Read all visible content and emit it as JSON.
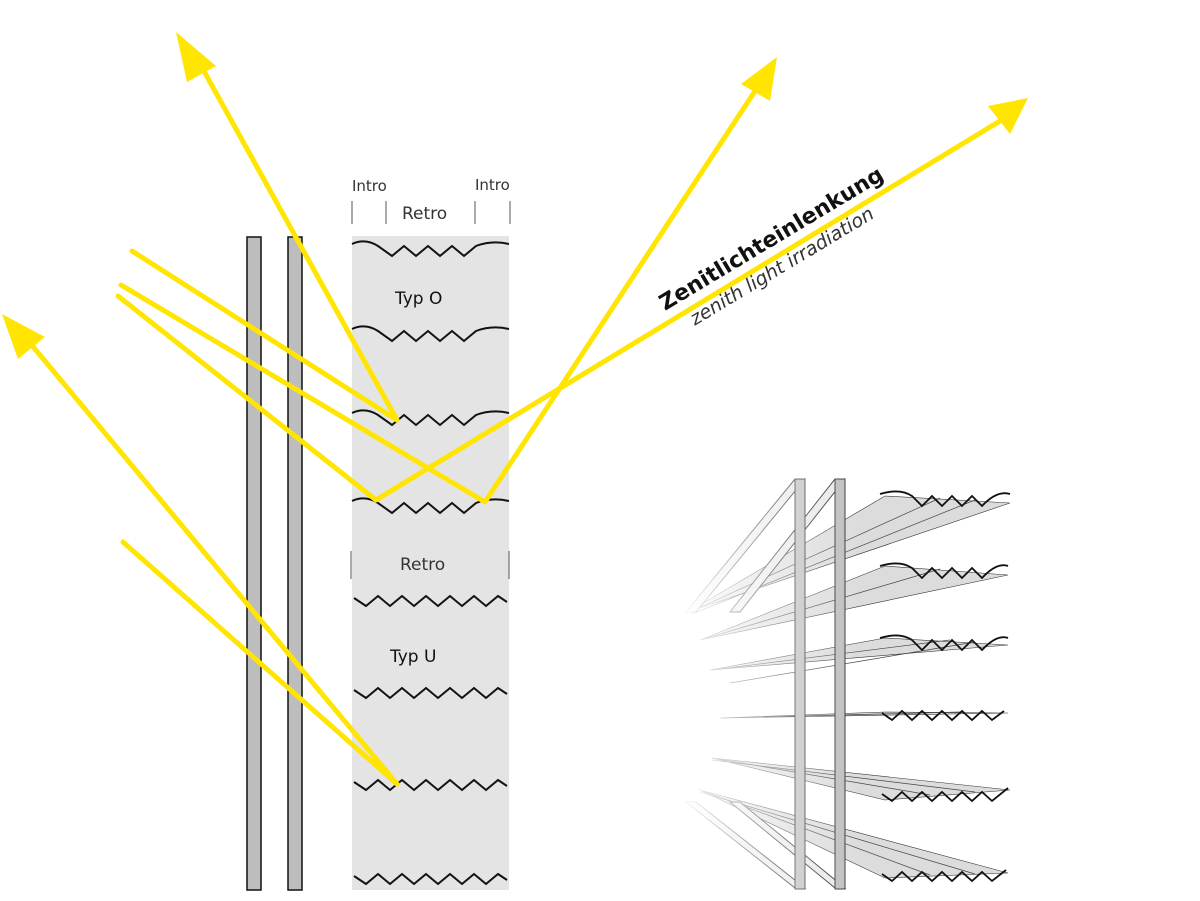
{
  "labels": {
    "intro_left": "Intro",
    "intro_right": "Intro",
    "retro_top": "Retro",
    "typ_o": "Typ O",
    "retro_mid": "Retro",
    "typ_u": "Typ U",
    "zenith_de": "Zenitlichteinlenkung",
    "zenith_en": "zenith light irradiation"
  },
  "colors": {
    "light_ray": "#ffe500",
    "panel_fill": "#e4e4e4",
    "glass_fill": "#bdbdbd",
    "outline": "#111111"
  }
}
